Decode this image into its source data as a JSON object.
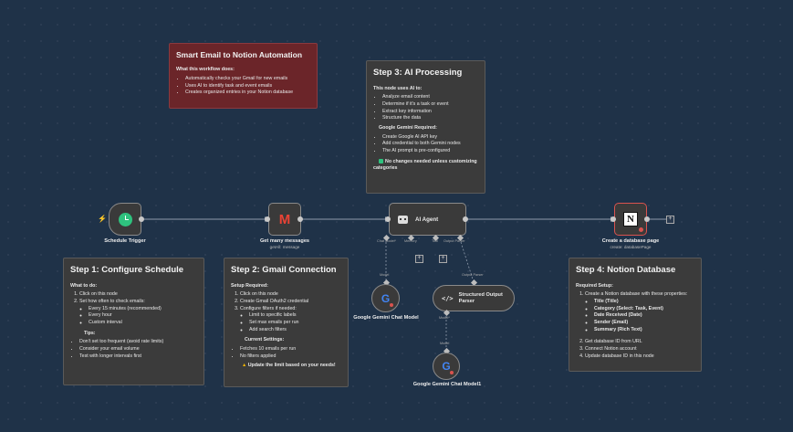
{
  "colors": {
    "canvas": "#1f3248",
    "note_gray": "#3b3b3b",
    "note_red": "#6b2529",
    "node": "#3a3a3a",
    "error_red": "#d9534f",
    "trigger_green": "#2ec27e"
  },
  "intro_note": {
    "title": "Smart Email to Notion Automation",
    "heading": "What this workflow does:",
    "items": [
      "Automatically checks your Gmail for new emails",
      "Uses AI to identify task and event emails",
      "Creates organized entries in your Notion database"
    ]
  },
  "step3": {
    "title": "Step 3: AI Processing",
    "heading": "This node uses AI to:",
    "items": [
      "Analyze email content",
      "Determine if it's a task or event",
      "Extract key information",
      "Structure the data"
    ],
    "heading2": "Google Gemini Required:",
    "items2": [
      "Create Google AI API key",
      "Add credential to both Gemini nodes",
      "The AI prompt is pre-configured"
    ],
    "check_note": "No changes needed unless customizing categories",
    "check_icon": "checkbox-icon"
  },
  "step1": {
    "title": "Step 1: Configure Schedule",
    "heading": "What to do:",
    "steps": [
      "Click on this node",
      "Set how often to check emails:"
    ],
    "options": [
      "Every 15 minutes (recommended)",
      "Every hour",
      "Custom interval"
    ],
    "tips_heading": "Tips:",
    "tips": [
      "Don't set too frequent (avoid rate limits)",
      "Consider your email volume",
      "Test with longer intervals first"
    ]
  },
  "step2": {
    "title": "Step 2: Gmail Connection",
    "heading": "Setup Required:",
    "steps": [
      "Click on this node",
      "Create Gmail OAuth2 credential",
      "Configure filters if needed:"
    ],
    "filters": [
      "Limit to specific labels",
      "Set max emails per run",
      "Add search filters"
    ],
    "current_heading": "Current Settings:",
    "current": [
      "Fetches 10 emails per run",
      "No filters applied"
    ],
    "warning": "Update the limit based on your needs!",
    "warning_icon": "warning-icon"
  },
  "step4": {
    "title": "Step 4: Notion Database",
    "heading": "Required Setup:",
    "step1": "Create a Notion database with these properties:",
    "properties": [
      "Title (Title)",
      "Category (Select: Task, Event)",
      "Date Received (Date)",
      "Sender (Email)",
      "Summary (Rich Text)"
    ],
    "steps_after": [
      "Get database ID from URL",
      "Connect Notion account",
      "Update database ID in this node"
    ]
  },
  "nodes": {
    "schedule": {
      "label": "Schedule Trigger",
      "icon": "clock-icon"
    },
    "gmail": {
      "label": "Get many messages",
      "sublabel": "getAll: message",
      "icon": "gmail-icon"
    },
    "agent": {
      "label": "AI Agent",
      "icon": "robot-icon",
      "port_chat": "Chat Model*",
      "port_memory": "Memory",
      "port_tool": "Tool",
      "port_parser": "Output Parser"
    },
    "notion": {
      "label": "Create a database page",
      "sublabel": "create: databasePage",
      "icon": "notion-icon",
      "glyph": "N"
    },
    "gemini1": {
      "label": "Google Gemini Chat Model",
      "port_label": "Model",
      "icon": "google-gemini-icon",
      "glyph": "G"
    },
    "parser": {
      "label": "Structured Output Parser",
      "port_top": "Output Parser",
      "port_bottom": "Model*",
      "icon": "code-icon"
    },
    "gemini2": {
      "label": "Google Gemini Chat Model1",
      "port_label": "Model",
      "icon": "google-gemini-icon",
      "glyph": "G"
    }
  }
}
